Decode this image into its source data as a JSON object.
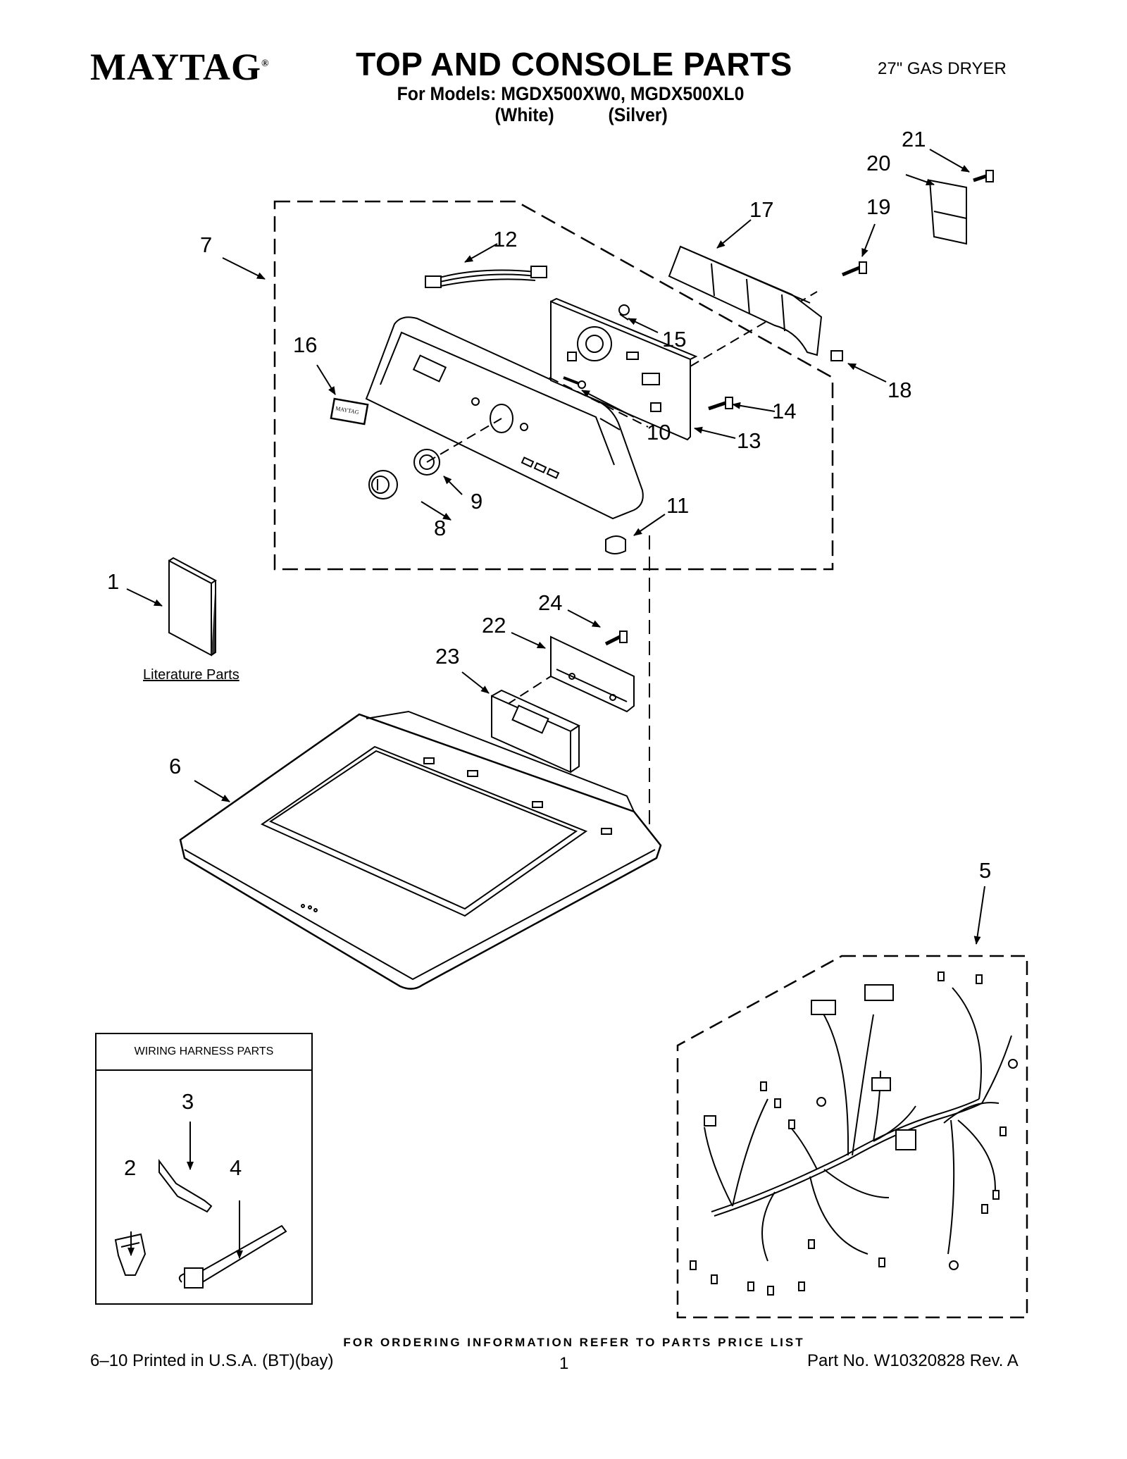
{
  "header": {
    "brand": "MAYTAG",
    "title": "TOP AND CONSOLE PARTS",
    "subtitle": "For Models: MGDX500XW0, MGDX500XL0",
    "variants": [
      "(White)",
      "(Silver)"
    ],
    "product_type": "27\" GAS DRYER"
  },
  "diagram": {
    "callouts": [
      "1",
      "2",
      "3",
      "4",
      "5",
      "6",
      "7",
      "8",
      "9",
      "10",
      "11",
      "12",
      "13",
      "14",
      "15",
      "16",
      "17",
      "18",
      "19",
      "20",
      "21",
      "22",
      "23",
      "24"
    ],
    "literature_label": "Literature Parts",
    "wiring_box_title": "WIRING HARNESS PARTS",
    "badge_text": "MAYTAG"
  },
  "footer": {
    "order_note": "FOR ORDERING INFORMATION REFER TO PARTS PRICE LIST",
    "print_info": "6–10 Printed in U.S.A. (BT)(bay)",
    "page_number": "1",
    "part_number": "Part No. W10320828 Rev. A"
  }
}
